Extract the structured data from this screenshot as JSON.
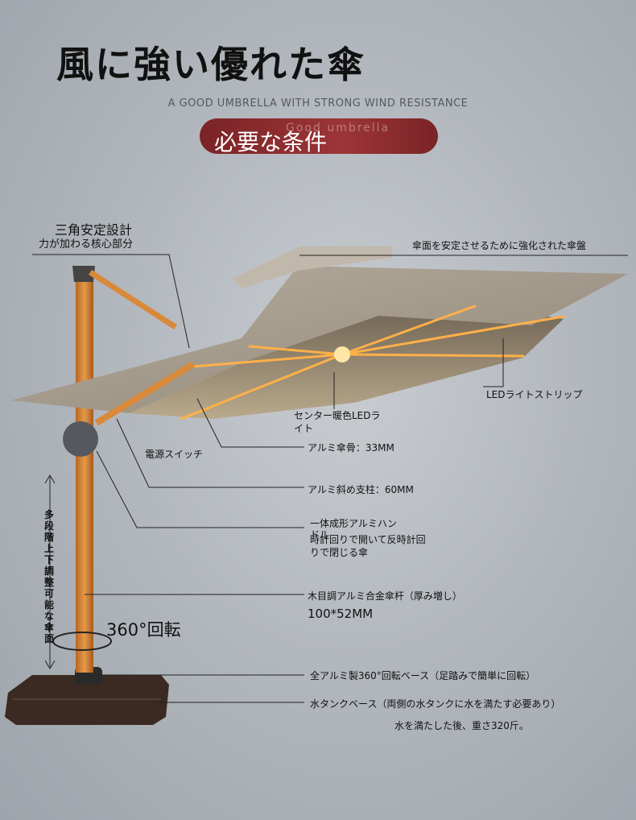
{
  "title": "風に強い優れた傘",
  "subtitle": "A GOOD UMBRELLA WITH STRONG WIND RESISTANCE",
  "badge": {
    "label": "必要な条件",
    "ghost_text": "Good umbrella"
  },
  "labels": {
    "triangle_title": "三角安定設計",
    "triangle_sub": "力が加わる核心部分",
    "canopy_plate": "傘面を安定させるために強化された傘盤",
    "led_strip": "LEDライトストリップ",
    "center_light_1": "センター暖色LEDラ",
    "center_light_2": "イト",
    "power_switch": "電源スイッチ",
    "rib": "アルミ傘骨：33MM",
    "diagonal": "アルミ斜め支柱：60MM",
    "handle_1": "一体成形アルミハン",
    "handle_2": "ドル",
    "handle_3": "時計回りで開いて反時計回",
    "handle_4": "りで閉じる傘",
    "pole_1": "木目調アルミ合金傘杆（厚み増し）",
    "pole_2": "100*52MM",
    "rotation": "360°回転",
    "base_rotate": "全アルミ製360°回転ベース（足踏みで簡単に回転）",
    "water_tank": "水タンクベース（両側の水タンクに水を満たす必要あり）",
    "weight": "水を満たした後、重さ320斤。",
    "height_vertical": "多段階上下調整可能な傘面"
  },
  "colors": {
    "badge": "#8a2c2f",
    "wood": "#d98a3a",
    "canopy": "#a09687",
    "led": "#ffb048"
  }
}
